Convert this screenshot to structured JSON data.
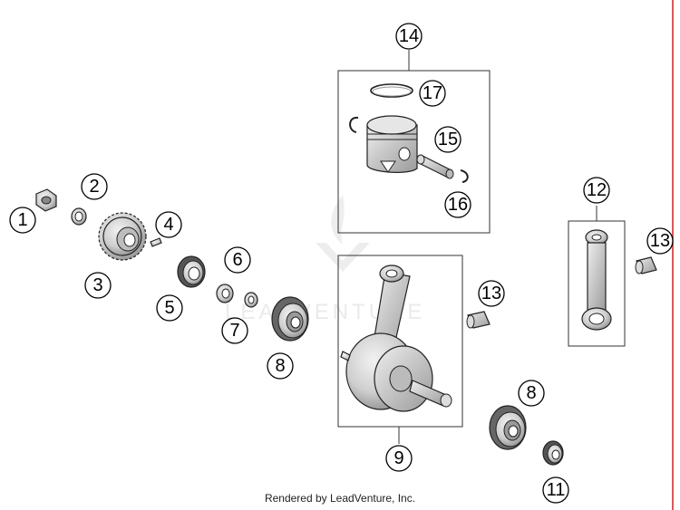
{
  "callouts": {
    "c1": "1",
    "c2": "2",
    "c3": "3",
    "c4": "4",
    "c5": "5",
    "c6": "6",
    "c7": "7",
    "c8a": "8",
    "c8b": "8",
    "c9": "9",
    "c11": "11",
    "c12": "12",
    "c13a": "13",
    "c13b": "13",
    "c14": "14",
    "c15": "15",
    "c16": "16",
    "c17": "17"
  },
  "watermark": {
    "text": "LEADVENTURE"
  },
  "footer": {
    "text": "Rendered by LeadVenture, Inc."
  },
  "colors": {
    "line": "#222222",
    "part_fill": "#d9d9d9",
    "border_right": "#cc2222",
    "watermark": "#e9e9e9"
  }
}
